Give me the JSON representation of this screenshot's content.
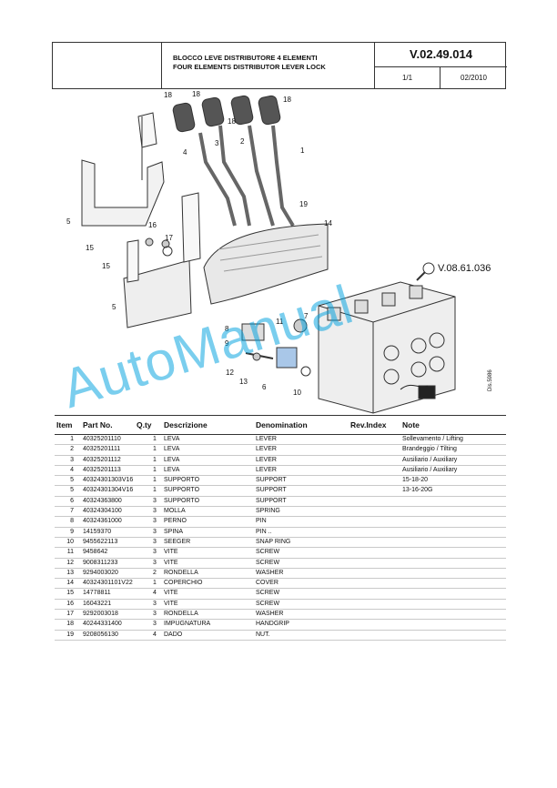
{
  "header": {
    "title_it": "BLOCCO LEVE DISTRIBUTORE 4 ELEMENTI",
    "title_en": "FOUR ELEMENTS DISTRIBUTOR LEVER LOCK",
    "code": "V.02.49.014",
    "sheet": "1/1",
    "date": "02/2010"
  },
  "drawing": {
    "reference": "V.08.61.036",
    "dis_number": "Dis.5986",
    "callouts": [
      "18",
      "18",
      "18",
      "18",
      "1",
      "2",
      "3",
      "4",
      "5",
      "5",
      "7",
      "8",
      "9",
      "10",
      "11",
      "12",
      "13",
      "6",
      "14",
      "15",
      "15",
      "16",
      "17",
      "19"
    ]
  },
  "watermark": "AutoManual",
  "table": {
    "headers": {
      "item": "Item",
      "part": "Part No.",
      "qty": "Q.ty",
      "desc": "Descrizione",
      "den": "Denomination",
      "rev": "Rev.Index",
      "note": "Note"
    },
    "rows": [
      {
        "item": "1",
        "part": "40325201110",
        "qty": "1",
        "desc": "LEVA",
        "den": "LEVER",
        "note": "Sollevamento / Lifting"
      },
      {
        "item": "2",
        "part": "40325201111",
        "qty": "1",
        "desc": "LEVA",
        "den": "LEVER",
        "note": "Brandeggio / Tilting"
      },
      {
        "item": "3",
        "part": "40325201112",
        "qty": "1",
        "desc": "LEVA",
        "den": "LEVER",
        "note": "Ausiliario / Auxiliary"
      },
      {
        "item": "4",
        "part": "40325201113",
        "qty": "1",
        "desc": "LEVA",
        "den": "LEVER",
        "note": "Ausiliario / Auxiliary"
      },
      {
        "item": "5",
        "part": "40324301303V16",
        "qty": "1",
        "desc": "SUPPORTO",
        "den": "SUPPORT",
        "note": "15-18-20"
      },
      {
        "item": "5",
        "part": "40324301304V16",
        "qty": "1",
        "desc": "SUPPORTO",
        "den": "SUPPORT",
        "note": "13-16-20G"
      },
      {
        "item": "6",
        "part": "40324363800",
        "qty": "3",
        "desc": "SUPPORTO",
        "den": "SUPPORT",
        "note": ""
      },
      {
        "item": "7",
        "part": "40324304100",
        "qty": "3",
        "desc": "MOLLA",
        "den": "SPRING",
        "note": ""
      },
      {
        "item": "8",
        "part": "40324361000",
        "qty": "3",
        "desc": "PERNO",
        "den": "PIN",
        "note": ""
      },
      {
        "item": "9",
        "part": "14159370",
        "qty": "3",
        "desc": "SPINA",
        "den": "PIN ..",
        "note": ""
      },
      {
        "item": "10",
        "part": "9455622113",
        "qty": "3",
        "desc": "SEEGER",
        "den": "SNAP RING",
        "note": ""
      },
      {
        "item": "11",
        "part": "9458642",
        "qty": "3",
        "desc": "VITE",
        "den": "SCREW",
        "note": ""
      },
      {
        "item": "12",
        "part": "9008311233",
        "qty": "3",
        "desc": "VITE",
        "den": "SCREW",
        "note": ""
      },
      {
        "item": "13",
        "part": "9294003020",
        "qty": "2",
        "desc": "RONDELLA",
        "den": "WASHER",
        "note": ""
      },
      {
        "item": "14",
        "part": "40324301101V22",
        "qty": "1",
        "desc": "COPERCHIO",
        "den": "COVER",
        "note": ""
      },
      {
        "item": "15",
        "part": "14778811",
        "qty": "4",
        "desc": "VITE",
        "den": "SCREW",
        "note": ""
      },
      {
        "item": "16",
        "part": "16043221",
        "qty": "3",
        "desc": "VITE",
        "den": "SCREW",
        "note": ""
      },
      {
        "item": "17",
        "part": "9292003018",
        "qty": "3",
        "desc": "RONDELLA",
        "den": "WASHER",
        "note": ""
      },
      {
        "item": "18",
        "part": "40244331400",
        "qty": "3",
        "desc": "IMPUGNATURA",
        "den": "HANDGRIP",
        "note": ""
      },
      {
        "item": "19",
        "part": "9208056130",
        "qty": "4",
        "desc": "DADO",
        "den": "NUT.",
        "note": ""
      }
    ]
  }
}
